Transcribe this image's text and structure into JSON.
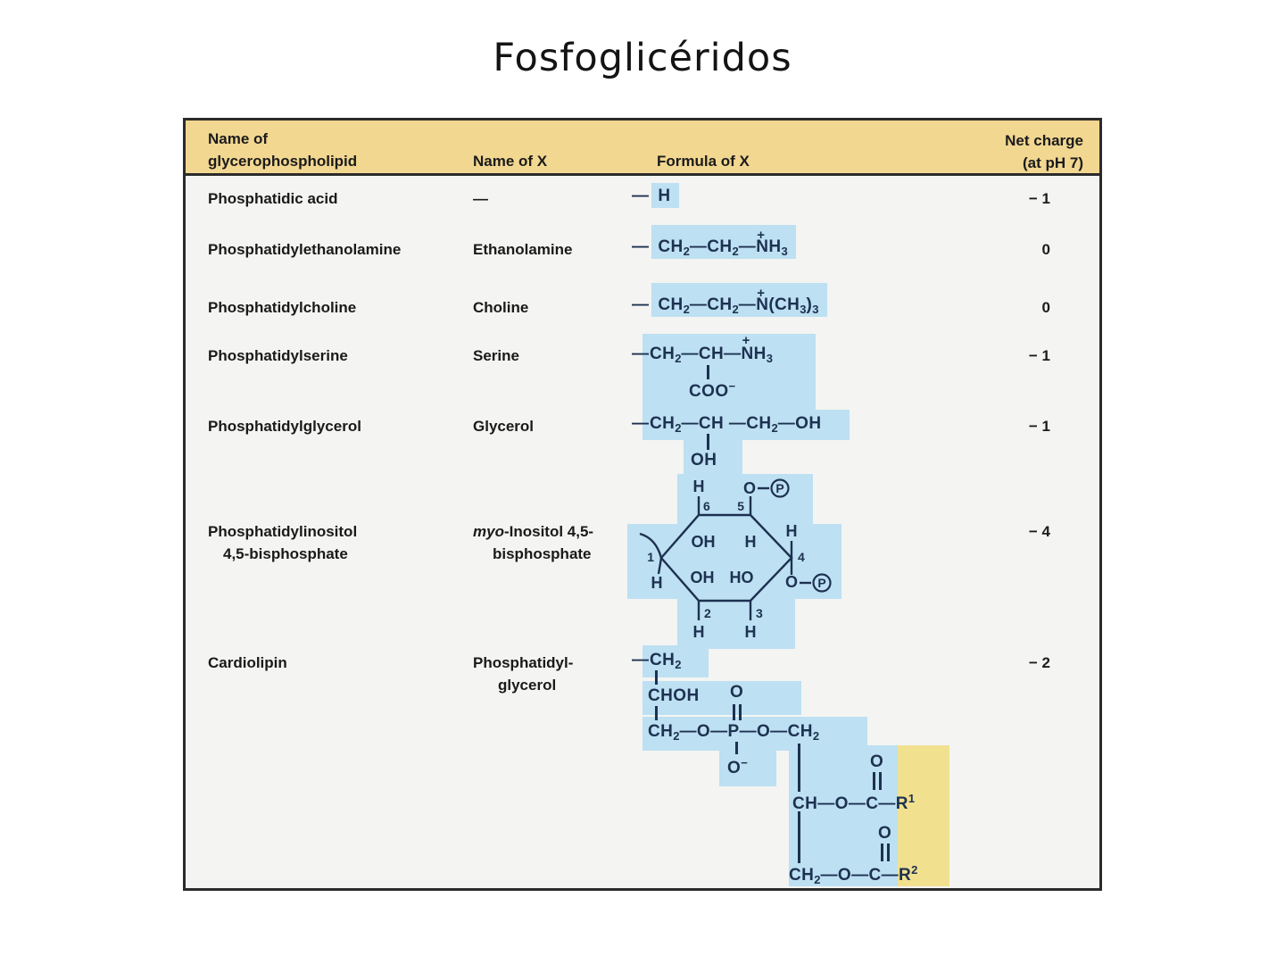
{
  "title": "Fosfoglicéridos",
  "colors": {
    "header_bg": "#f2d791",
    "table_bg": "#f4f4f2",
    "border_dark": "#2b2b2b",
    "highlight_blue": "#bde0f2",
    "highlight_yellow": "#f1e18f",
    "formula_ink": "#1d3150"
  },
  "header": {
    "col1_line1": "Name of",
    "col1_line2": "glycerophospholipid",
    "col2": "Name of X",
    "col3": "Formula of X",
    "col4_line1": "Net charge",
    "col4_line2": "(at pH 7)"
  },
  "rows": {
    "phosphatidic_acid": {
      "name": "Phosphatidic acid",
      "x": "—",
      "lead": "—",
      "formula": "H",
      "charge": "− 1"
    },
    "ethanolamine": {
      "name": "Phosphatidylethanolamine",
      "x": "Ethanolamine",
      "lead": "—",
      "formula": "CH_{2}—CH_{2}—N@{+}H_{3}",
      "charge": "0"
    },
    "choline": {
      "name": "Phosphatidylcholine",
      "x": "Choline",
      "lead": "—",
      "formula": "CH_{2}—CH_{2}—N@{+}(CH_{3})_{3}",
      "charge": "0"
    },
    "serine": {
      "name": "Phosphatidylserine",
      "x": "Serine",
      "lead": "—",
      "line1": "CH_{2}—CH—N@{+}H_{3}",
      "line2": "COO^{−}",
      "charge": "− 1"
    },
    "glycerol": {
      "name": "Phosphatidylglycerol",
      "x": "Glycerol",
      "lead": "—",
      "line1": "CH_{2}—CH —CH_{2}—OH",
      "line2": "OH",
      "charge": "− 1"
    },
    "inositol": {
      "name_line1": "Phosphatidylinositol",
      "name_line2": "4,5-bisphosphate",
      "x_italic": "myo",
      "x_line1_rest": "-Inositol 4,5-",
      "x_line2": "bisphosphate",
      "charge": "− 4",
      "ring": {
        "n1": "1",
        "n2": "2",
        "n3": "3",
        "n4": "4",
        "n5": "5",
        "n6": "6",
        "h": "H",
        "oh": "OH",
        "ho": "HO",
        "o": "O",
        "p": "P"
      }
    },
    "cardiolipin": {
      "name": "Cardiolipin",
      "x_line1": "Phosphatidyl-",
      "x_line2": "glycerol",
      "charge": "− 2",
      "lead": "—",
      "s1": "CH_{2}",
      "s2": "CHOH",
      "s3": "CH_{2}—O—P—O—CH_{2}",
      "o_dbl": "O",
      "o_minus": "O^{−}",
      "s4": "CH—O—C—R^{1}",
      "s5": "CH_{2}—O—C—R^{2}"
    }
  }
}
